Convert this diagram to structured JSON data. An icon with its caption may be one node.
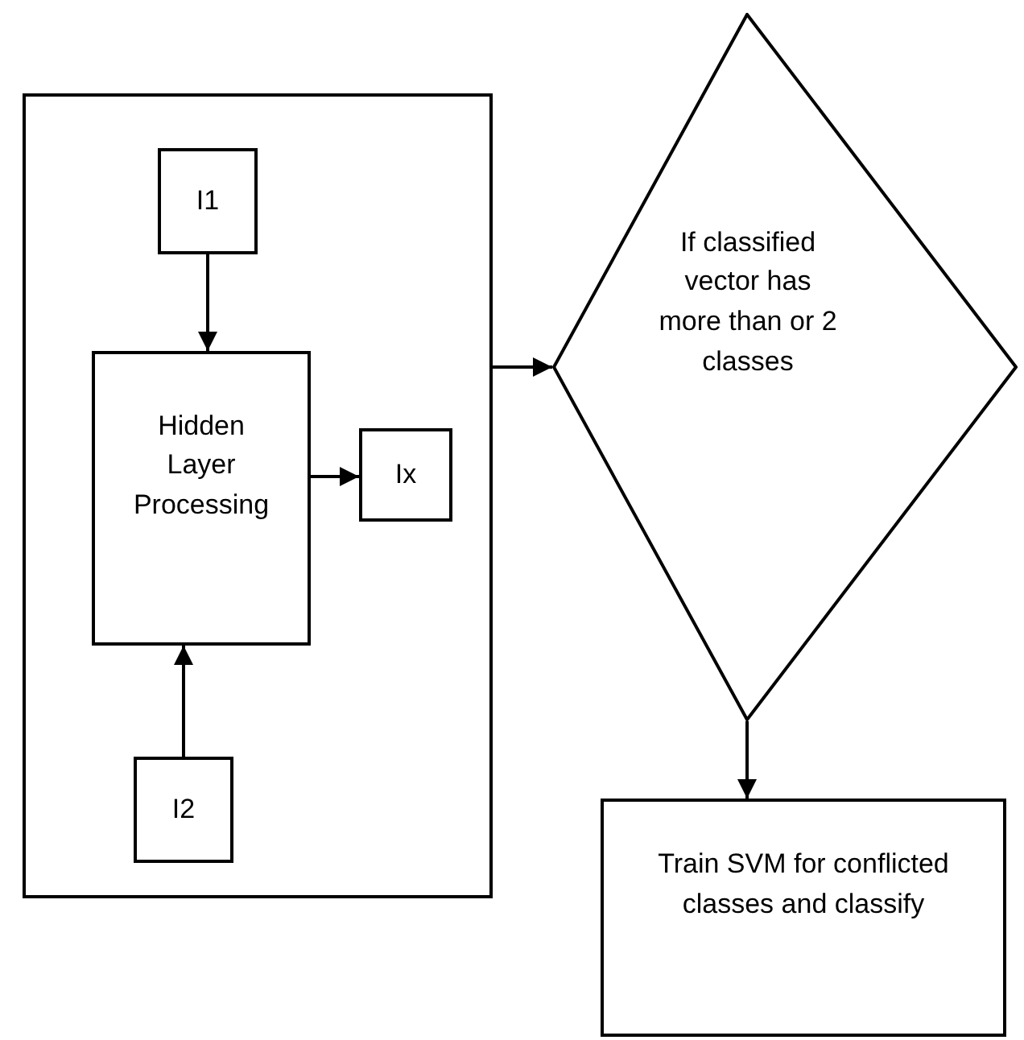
{
  "diagram": {
    "nodes": [
      {
        "text": [],
        "shape": "box"
      },
      {
        "text": [
          "I1"
        ],
        "in": 0
      },
      {
        "text": [
          "Hidden Layer Processing"
        ],
        "in": 0
      },
      {
        "text": [
          "Ix"
        ],
        "in": 0
      },
      {
        "text": [
          "I2"
        ],
        "in": 0
      },
      {
        "text": [
          "If classified vector has more than or 2 classes"
        ]
      },
      {
        "text": [
          "Train SVM for conflicted classes and classify"
        ]
      }
    ],
    "edges": [
      {
        "from": 1,
        "to": 2,
        "arrow": "to"
      },
      {
        "from": 4,
        "to": 2,
        "arrow": "to"
      },
      {
        "from": 2,
        "to": 3,
        "arrow": "to"
      },
      {
        "from": 0,
        "to": 5,
        "arrow": "to"
      },
      {
        "from": 5,
        "to": 6,
        "arrow": "to"
      }
    ]
  }
}
